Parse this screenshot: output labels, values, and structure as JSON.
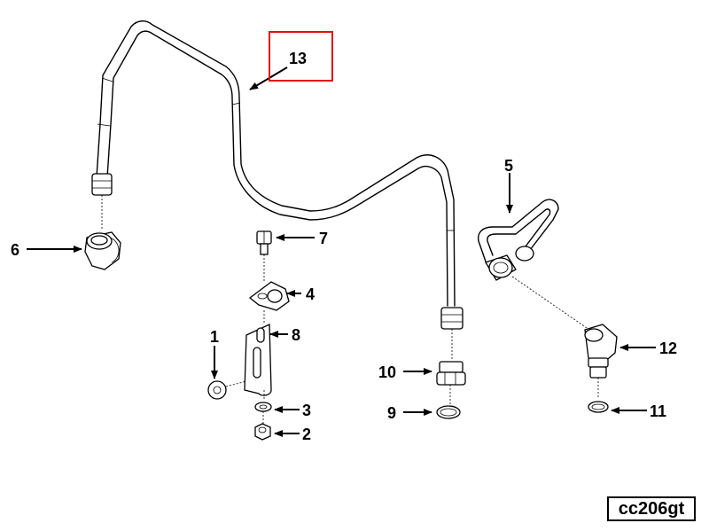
{
  "callouts": {
    "c1": "1",
    "c2": "2",
    "c3": "3",
    "c4": "4",
    "c5": "5",
    "c6": "6",
    "c7": "7",
    "c8": "8",
    "c9": "9",
    "c10": "10",
    "c11": "11",
    "c12": "12",
    "c13": "13"
  },
  "reference_code": "cc206gt",
  "highlight_color": "#e01010"
}
